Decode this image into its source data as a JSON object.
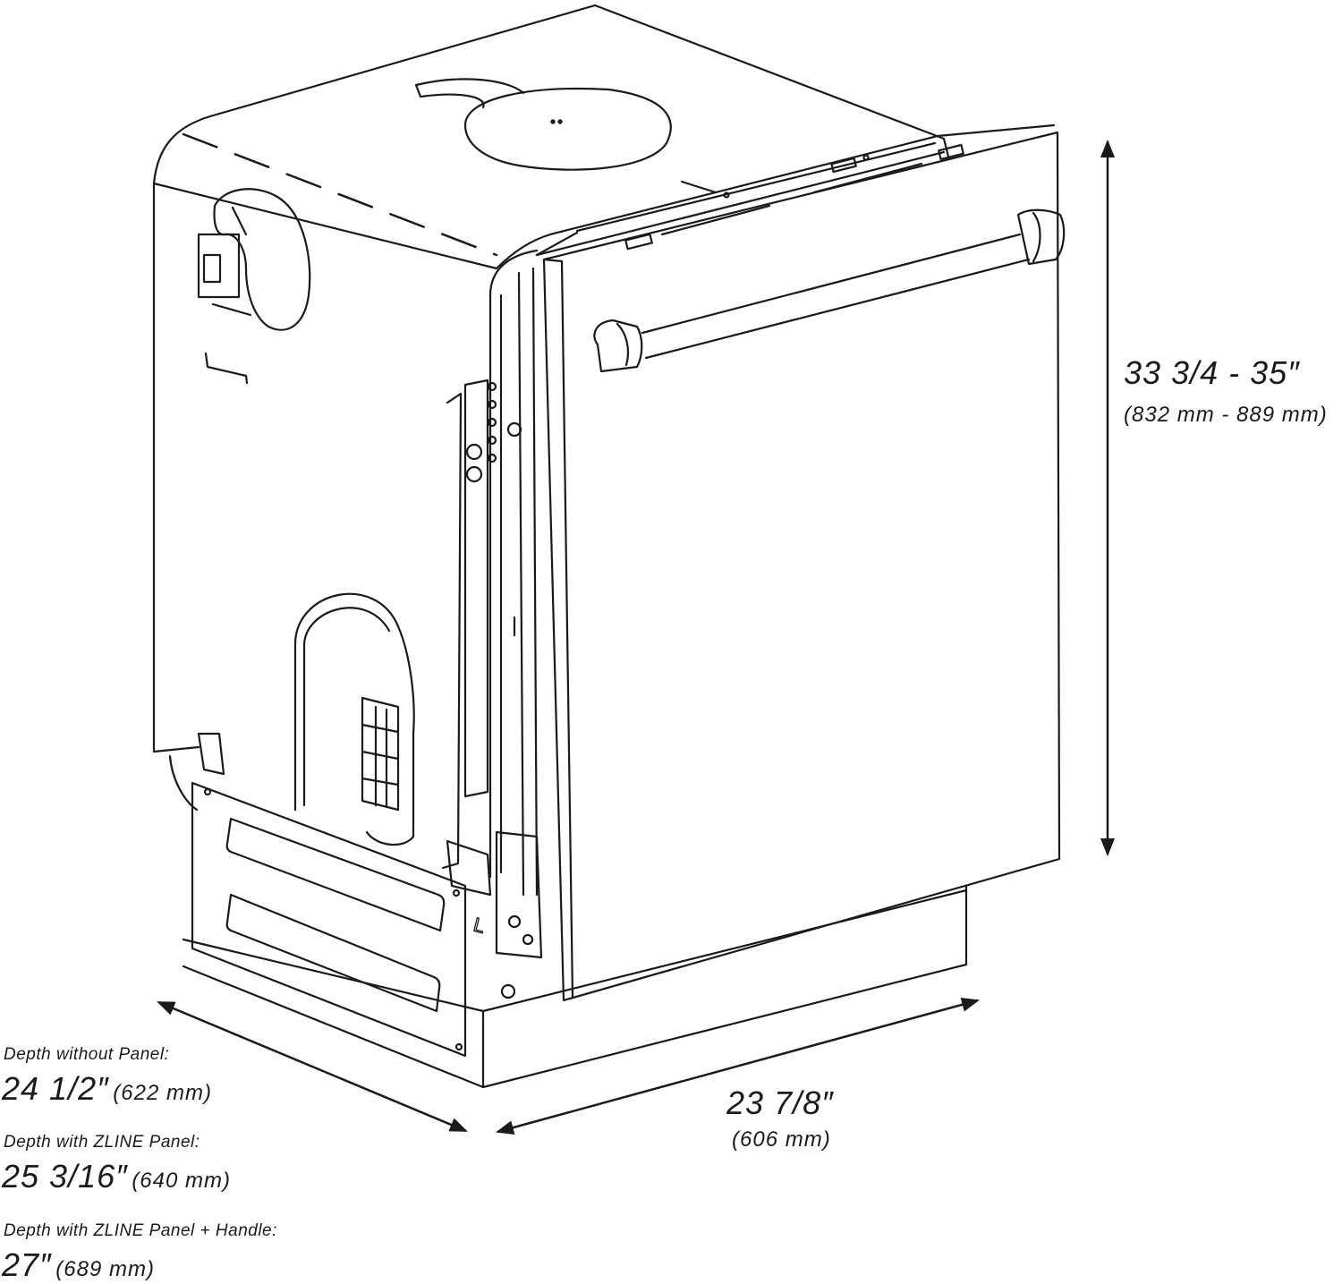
{
  "height": {
    "value": "33 3/4 - 35″",
    "metric": "(832 mm - 889 mm)"
  },
  "width": {
    "value": "23 7/8″",
    "metric": "(606 mm)"
  },
  "depths": [
    {
      "caption": "Depth without Panel:",
      "value": "24 1/2″",
      "metric": "(622 mm)"
    },
    {
      "caption": "Depth with ZLINE Panel:",
      "value": "25 3/16″",
      "metric": "(640 mm)"
    },
    {
      "caption": "Depth with ZLINE Panel + Handle:",
      "value": "27″",
      "metric": "(689 mm)"
    }
  ],
  "panel_marking": "L",
  "colors": {
    "line": "#1a1a1a",
    "background": "#ffffff"
  }
}
